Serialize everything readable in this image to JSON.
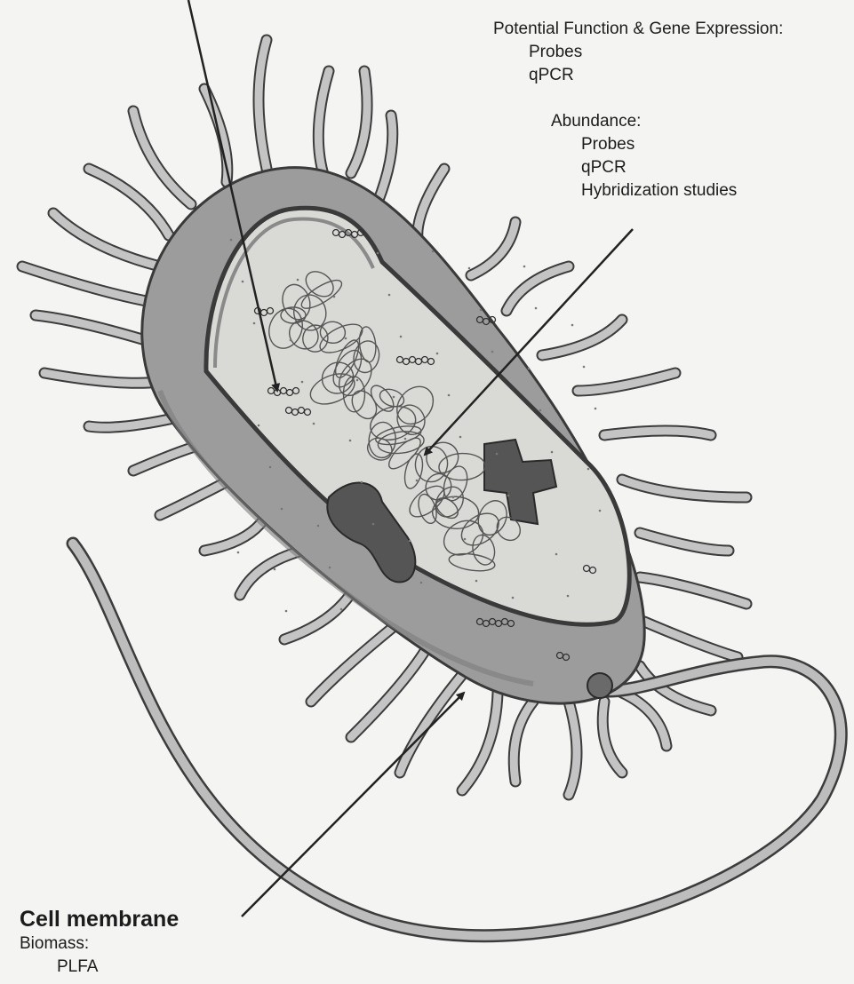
{
  "labels": {
    "function_heading": "Potential Function & Gene Expression:",
    "function_items": [
      "Probes",
      "qPCR"
    ],
    "abundance_heading": "Abundance:",
    "abundance_items": [
      "Probes",
      "qPCR",
      "Hybridization studies"
    ],
    "membrane_heading": "Cell membrane",
    "membrane_sub": "Biomass:",
    "membrane_items": [
      "PLFA"
    ]
  },
  "colors": {
    "background": "#f4f4f2",
    "cell_wall": "#9c9c9c",
    "cytoplasm": "#d9d9d6",
    "outline": "#3a3a3a",
    "text": "#1c1c1c"
  }
}
